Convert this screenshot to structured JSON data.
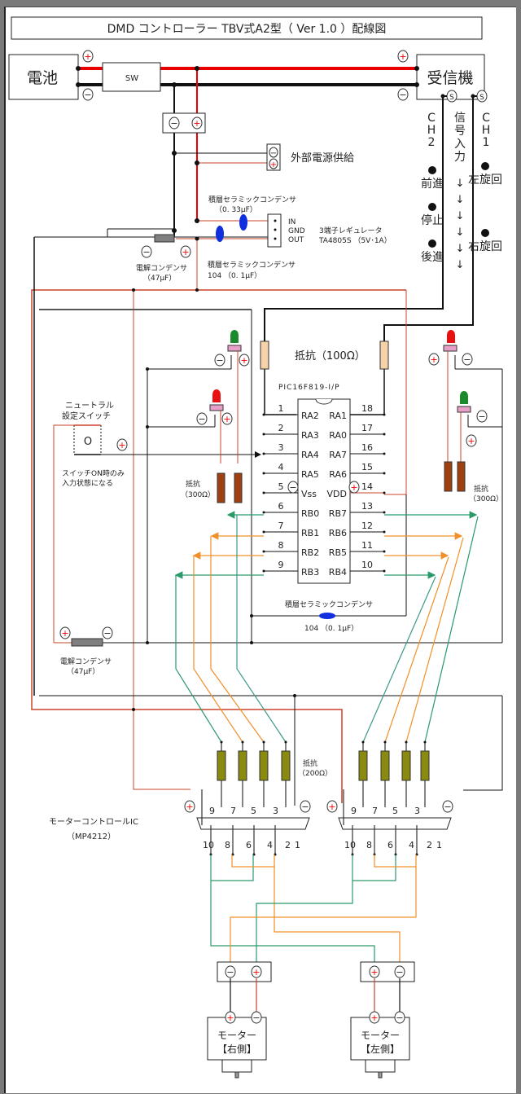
{
  "title": "DMD コントローラー TBV式A2型（ Ver 1.0 ）配線図",
  "colors": {
    "power_positive": "#e80000",
    "power_negative": "#111111",
    "signal_red_wire": "#c8442a",
    "orange_wire": "#f0902a",
    "green_wire": "#2a9a6a",
    "teal_wire": "#3a9a88",
    "led_red": "#e81010",
    "led_green": "#1a8a2a",
    "led_base": "#e8a0c8",
    "resistor_peach": "#f5d2a8",
    "resistor_brown": "#a04010",
    "resistor_olive": "#8a8a10",
    "capacitor_gray": "#808080",
    "ceramic_blue": "#1030e0"
  },
  "battery": {
    "label": "電池",
    "plus": "+",
    "minus": "−"
  },
  "switch": {
    "label": "SW"
  },
  "receiver": {
    "label": "受信機",
    "s_terminal": "S"
  },
  "external_power": {
    "label": "外部電源供給"
  },
  "channels": {
    "ch2_label": [
      "C",
      "H",
      "2"
    ],
    "ch1_label": [
      "C",
      "H",
      "1"
    ],
    "signal_input": [
      "信",
      "号",
      "入",
      "力"
    ],
    "ch2_functions": [
      "前進",
      "停止",
      "後進"
    ],
    "ch1_functions": [
      "左旋回",
      "右旋回"
    ],
    "arrows": [
      "↓",
      "↓",
      "↓",
      "↓",
      "↓",
      "↓"
    ]
  },
  "regulator": {
    "name": "3端子レギュレータ",
    "part": "TA4805S （5V･1A）",
    "pins": [
      "IN",
      "GND",
      "OUT"
    ]
  },
  "capacitors": {
    "ceramic_033": {
      "label": "積層セラミックコンデンサ",
      "value": "（0. 33μF）"
    },
    "ceramic_104_top": {
      "label": "積層セラミックコンデンサ",
      "value": "104 （0. 1μF）"
    },
    "electrolytic_top": {
      "label": "電解コンデンサ",
      "value": "（47μF）"
    },
    "ceramic_104_bottom": {
      "label": "積層セラミックコンデンサ",
      "value": "104 （0. 1μF）"
    },
    "electrolytic_bottom": {
      "label": "電解コンデンサ",
      "value": "（47μF）"
    }
  },
  "resistors": {
    "r100": {
      "label": "抵抗（100Ω）"
    },
    "r300_left": {
      "label": "抵抗",
      "value": "（300Ω）"
    },
    "r300_right": {
      "label": "抵抗",
      "value": "（300Ω）"
    },
    "r200": {
      "label": "抵抗",
      "value": "（200Ω）"
    }
  },
  "neutral_switch": {
    "label_line1": "ニュートラル",
    "label_line2": "設定スイッチ",
    "state": "O",
    "note_line1": "スイッチON時のみ",
    "note_line2": "入力状態になる"
  },
  "mcu": {
    "part": "PIC16F819-I/P",
    "left_pins": [
      {
        "num": "1",
        "name": "RA2"
      },
      {
        "num": "2",
        "name": "RA3"
      },
      {
        "num": "3",
        "name": "RA4"
      },
      {
        "num": "4",
        "name": "RA5"
      },
      {
        "num": "5",
        "name": "Vss"
      },
      {
        "num": "6",
        "name": "RB0"
      },
      {
        "num": "7",
        "name": "RB1"
      },
      {
        "num": "8",
        "name": "RB2"
      },
      {
        "num": "9",
        "name": "RB3"
      }
    ],
    "right_pins": [
      {
        "num": "18",
        "name": "RA1"
      },
      {
        "num": "17",
        "name": "RA0"
      },
      {
        "num": "16",
        "name": "RA7"
      },
      {
        "num": "15",
        "name": "RA6"
      },
      {
        "num": "14",
        "name": "VDD"
      },
      {
        "num": "13",
        "name": "RB7"
      },
      {
        "num": "12",
        "name": "RB6"
      },
      {
        "num": "11",
        "name": "RB5"
      },
      {
        "num": "10",
        "name": "RB4"
      }
    ]
  },
  "motor_ic": {
    "label_line1": "モーターコントロールIC",
    "label_line2": "（MP4212）",
    "top_pins": [
      "9",
      "7",
      "5",
      "3"
    ],
    "bottom_pins": [
      "10",
      "8",
      "6",
      "4",
      "2",
      "1"
    ]
  },
  "motors": [
    {
      "label_line1": "モーター",
      "label_line2": "【右側】",
      "terminal_left": "−",
      "terminal_right": "+"
    },
    {
      "label_line1": "モーター",
      "label_line2": "【左側】",
      "terminal_left": "+",
      "terminal_right": "−"
    }
  ]
}
